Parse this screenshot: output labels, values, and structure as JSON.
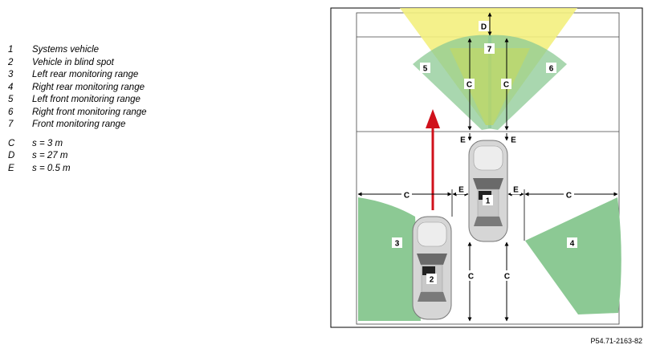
{
  "legend": [
    {
      "key": "1",
      "text": "Systems vehicle"
    },
    {
      "key": "2",
      "text": "Vehicle in blind spot"
    },
    {
      "key": "3",
      "text": "Left rear monitoring range"
    },
    {
      "key": "4",
      "text": "Right rear monitoring range"
    },
    {
      "key": "5",
      "text": "Left front monitoring range"
    },
    {
      "key": "6",
      "text": "Right front monitoring range"
    },
    {
      "key": "7",
      "text": "Front monitoring range"
    }
  ],
  "distances": [
    {
      "key": "C",
      "text": "s = 3 m"
    },
    {
      "key": "D",
      "text": "s = 27 m"
    },
    {
      "key": "E",
      "text": "s = 0.5 m"
    }
  ],
  "diagram": {
    "labels": {
      "vehicle_1": "1",
      "vehicle_2": "2",
      "range_3": "3",
      "range_4": "4",
      "range_5": "5",
      "range_6": "6",
      "range_7": "7",
      "dim_c": "C",
      "dim_d": "D",
      "dim_e": "E"
    },
    "colors": {
      "green_zone": "#8cc994",
      "yellow_zone": "#f3ef7e",
      "arrow": "#d0111b",
      "frame": "#000000"
    }
  },
  "reference_code": "P54.71-2163-82"
}
